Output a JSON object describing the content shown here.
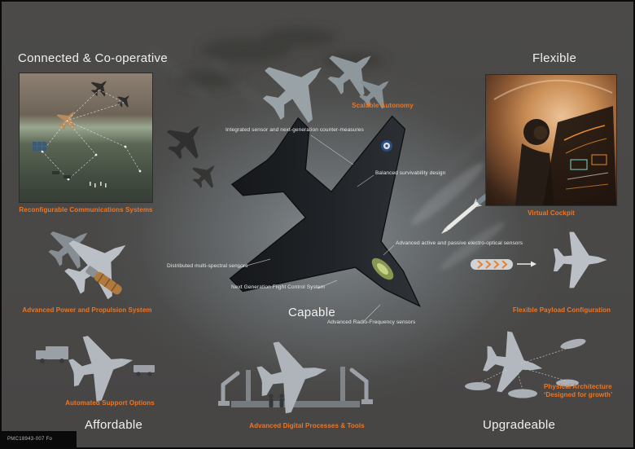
{
  "meta": {
    "footer_code": "PMC18943-007 Fo"
  },
  "headings": {
    "connected": "Connected & Co-operative",
    "flexible": "Flexible",
    "capable": "Capable",
    "affordable": "Affordable",
    "upgradeable": "Upgradeable"
  },
  "features": {
    "comms": "Reconfigurable Communications Systems",
    "autonomy": "Scalable Autonomy",
    "cockpit": "Virtual Cockpit",
    "propulsion": "Advanced Power and Propulsion System",
    "payload": "Flexible Payload Configuration",
    "support": "Automated Support Options",
    "digital": "Advanced Digital Processes & Tools",
    "architecture_line1": "Physical Architecture",
    "architecture_line2": "‘Designed for growth’"
  },
  "callouts": [
    {
      "text": "Integrated sensor and next-generation counter-measures"
    },
    {
      "text": "Balanced survivability design"
    },
    {
      "text": "Advanced active and passive electro-optical sensors"
    },
    {
      "text": "Distributed multi-spectral sensors"
    },
    {
      "text": "Next Generation Flight Control System"
    },
    {
      "text": "Advanced Radio-Frequency sensors"
    }
  ],
  "colors": {
    "accent_orange": "#ee7623",
    "background": "#4b4a48",
    "heading_text": "#f2f1ee",
    "callout_text": "#e9e9e7"
  }
}
